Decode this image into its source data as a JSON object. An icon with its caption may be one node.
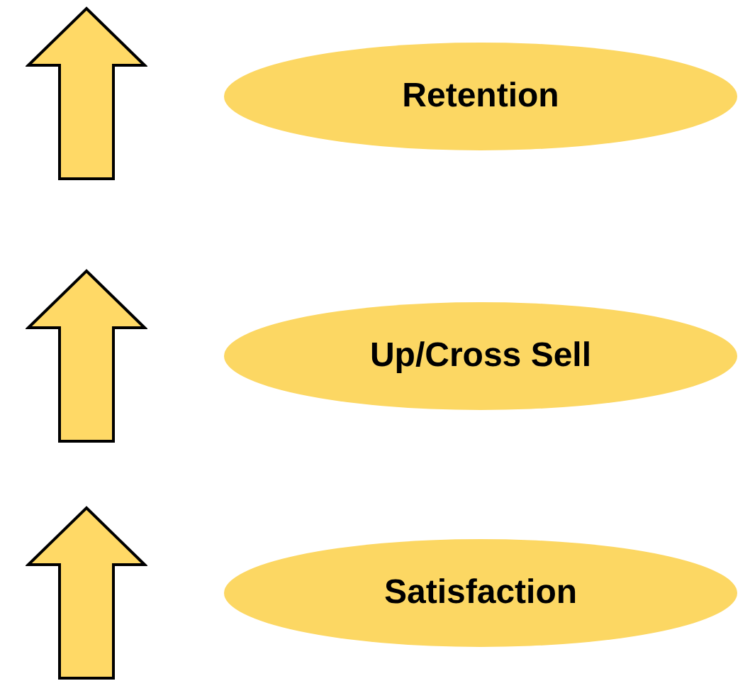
{
  "diagram": {
    "nodes": [
      {
        "text": [
          "Retention"
        ]
      },
      {
        "text": [
          "Up/Cross Sell"
        ]
      },
      {
        "text": [
          "Satisfaction"
        ]
      }
    ]
  }
}
